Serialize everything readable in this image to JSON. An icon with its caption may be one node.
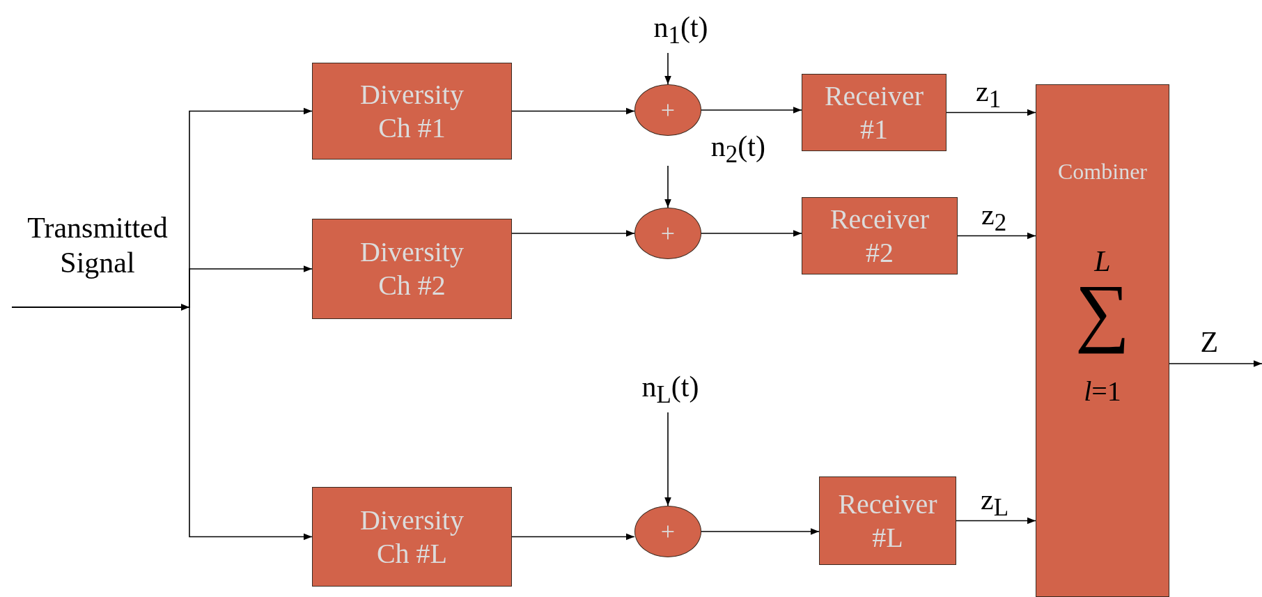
{
  "diagram": {
    "nodes": [
      {
        "text": [
          "Transmitted Signal"
        ]
      },
      {
        "text": [
          "Diversity Ch #1"
        ]
      },
      {
        "text": [
          "n$_{1}$(t)"
        ]
      },
      {
        "text": [
          "+"
        ]
      },
      {
        "text": [
          "Receiver #1"
        ]
      },
      {
        "text": [
          "Combiner",
          "*L*",
          "∑",
          "*l*=1"
        ]
      },
      {
        "text": [
          "n$_{2}$(t)"
        ]
      },
      {
        "text": [
          "Diversity Ch #2"
        ]
      },
      {
        "text": [
          "+"
        ]
      },
      {
        "text": [
          "Receiver #2"
        ]
      },
      {
        "text": [
          "n$_{L}$(t)"
        ]
      },
      {
        "text": [
          "Diversity Ch #L"
        ]
      },
      {
        "text": [
          "+"
        ]
      },
      {
        "text": [
          "Receiver #L"
        ]
      }
    ],
    "edges": [
      {
        "from": null,
        "to": 1,
        "arrow": "to"
      },
      {
        "from": null,
        "to": 7,
        "arrow": "to"
      },
      {
        "from": null,
        "to": 11,
        "arrow": "to"
      },
      {
        "from": 1,
        "to": 3,
        "arrow": "to"
      },
      {
        "from": 7,
        "to": 8,
        "arrow": "to"
      },
      {
        "from": 11,
        "to": 12,
        "arrow": "to"
      },
      {
        "from": 2,
        "to": 3,
        "arrow": "to"
      },
      {
        "from": 6,
        "to": 8,
        "arrow": "to"
      },
      {
        "from": 10,
        "to": 12,
        "arrow": "to"
      },
      {
        "from": 3,
        "to": 4,
        "arrow": "to"
      },
      {
        "from": 8,
        "to": 9,
        "arrow": "to"
      },
      {
        "from": 12,
        "to": 13,
        "arrow": "to"
      },
      {
        "from": 4,
        "to": 5,
        "arrow": "to",
        "label": "z$_{1}$"
      },
      {
        "from": 9,
        "to": 5,
        "arrow": "to",
        "label": "z$_{2}$"
      },
      {
        "from": 13,
        "to": 5,
        "arrow": "to",
        "label": "z$_{L}$"
      },
      {
        "from": 5,
        "to": null,
        "arrow": "to",
        "label": "Z"
      }
    ]
  }
}
